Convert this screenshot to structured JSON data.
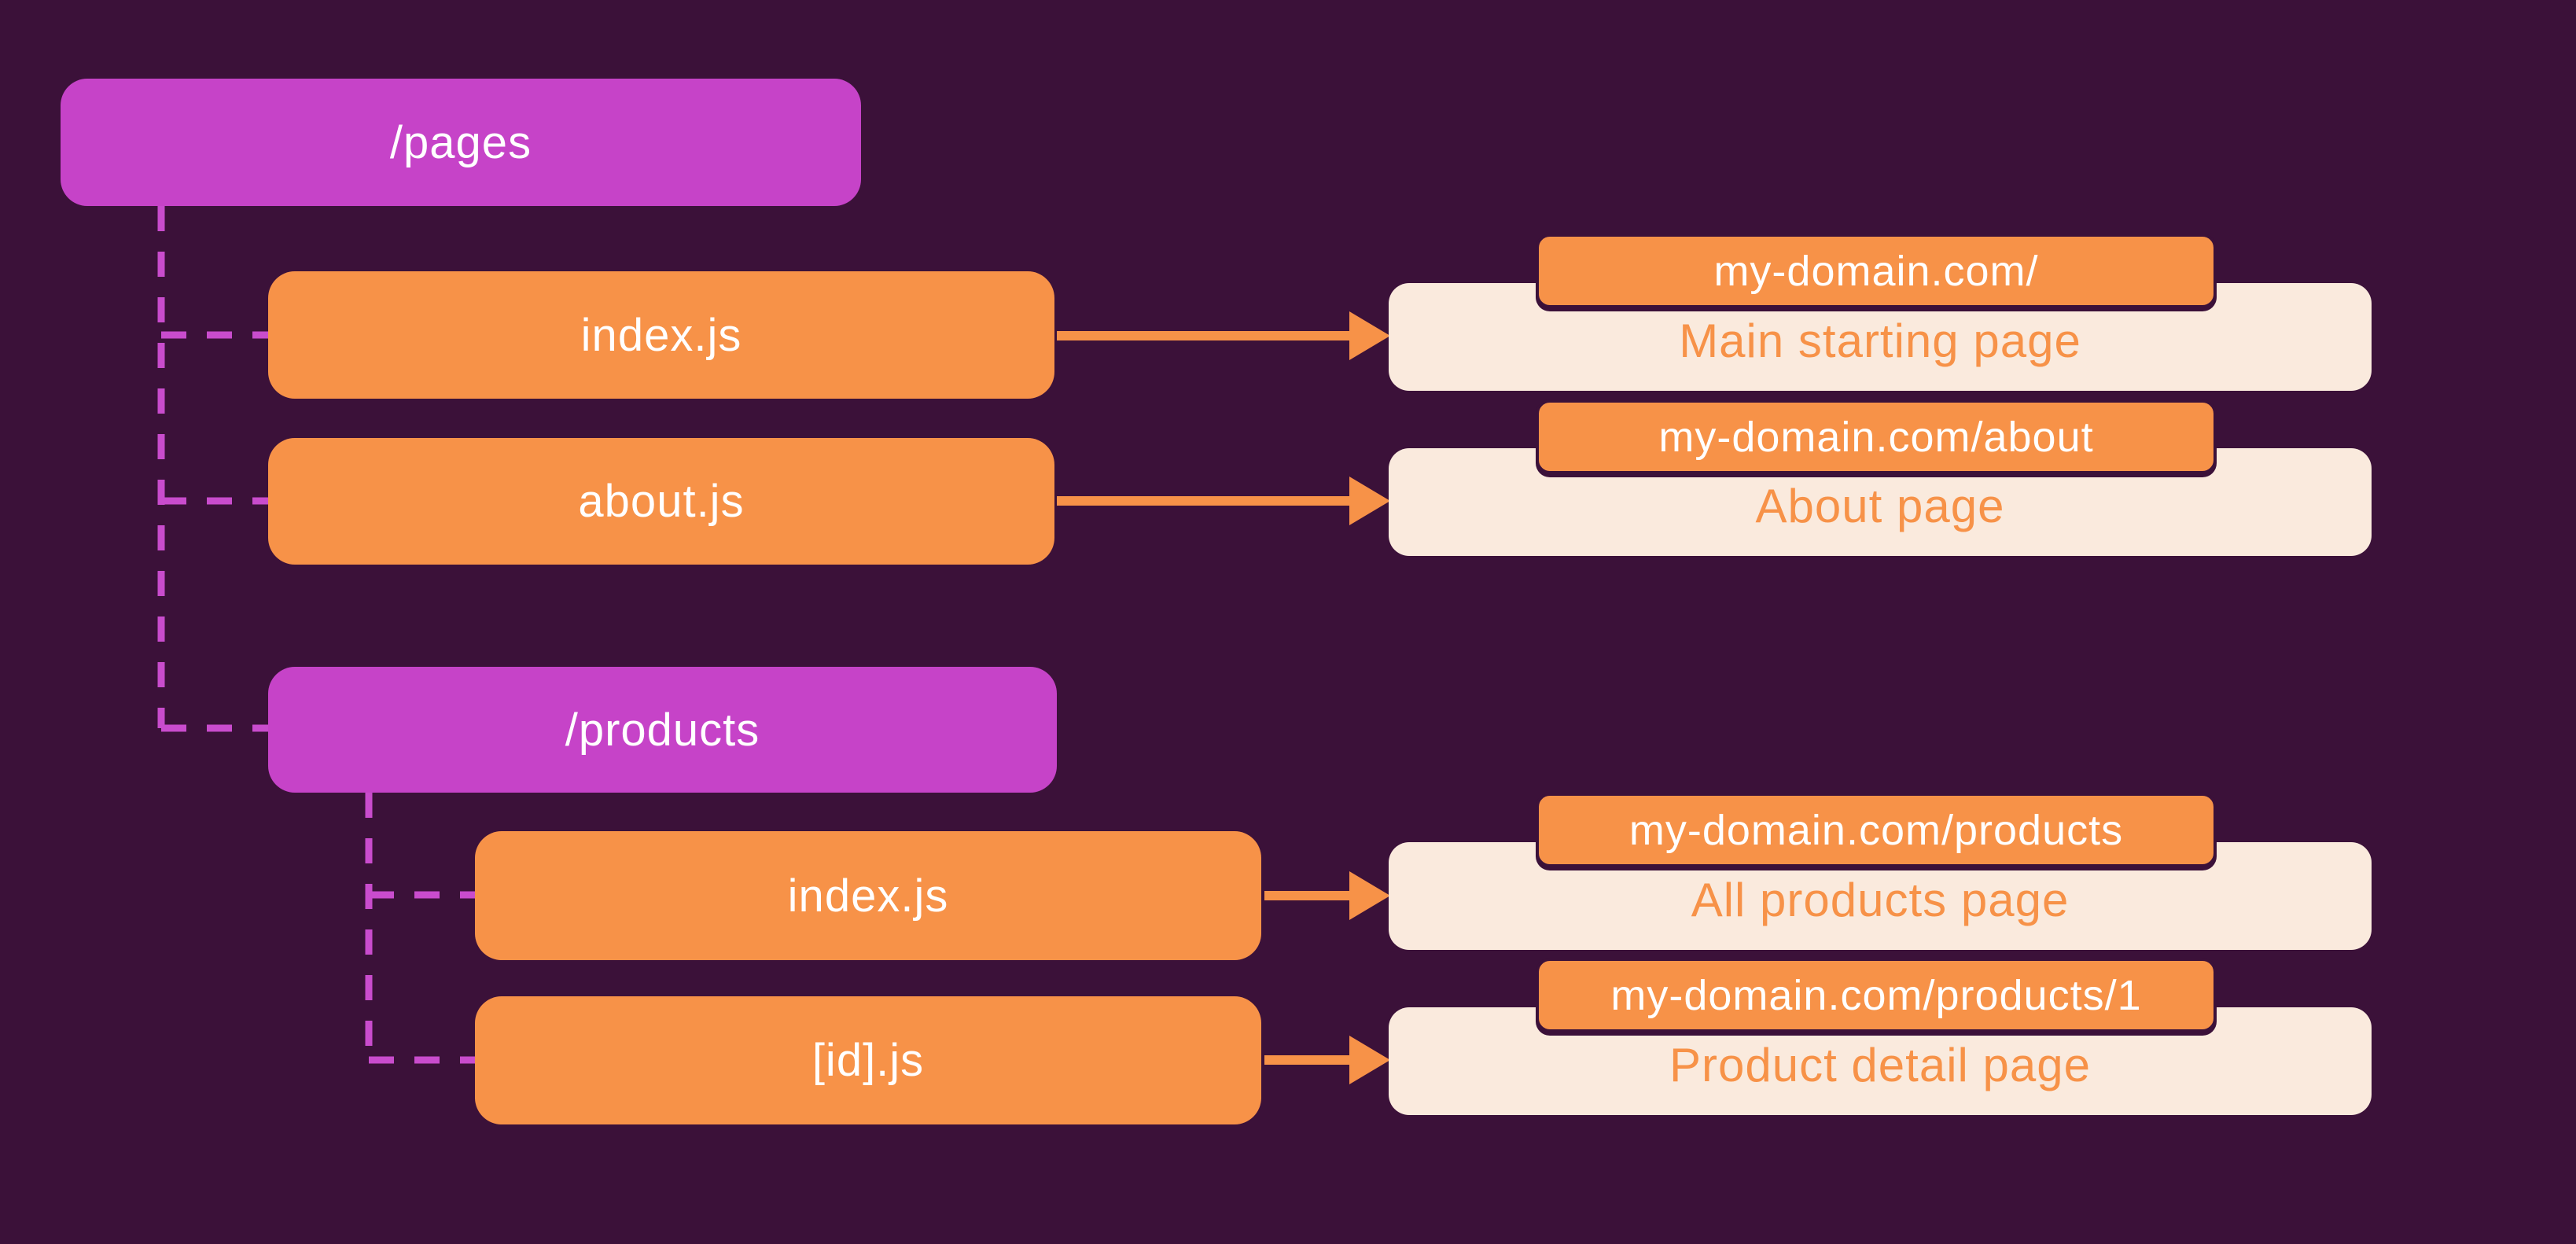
{
  "diagram_title": "pages folder routing diagram",
  "palette": {
    "background": "#3B1139",
    "folder_fill": "#C643C8",
    "file_fill": "#F79248",
    "result_card_fill": "#FAEADD",
    "result_text": "#F79248",
    "node_text": "#FFFFFF",
    "badge_fill": "#F79248",
    "badge_text": "#FFFFFF",
    "badge_border": "#3B1139",
    "dashed_connector": "#C94CCD",
    "arrow": "#F79248"
  },
  "nodes": {
    "pages": {
      "label": "/pages",
      "type": "folder"
    },
    "pages_index": {
      "label": "index.js",
      "type": "file"
    },
    "pages_about": {
      "label": "about.js",
      "type": "file"
    },
    "products": {
      "label": "/products",
      "type": "folder"
    },
    "products_index": {
      "label": "index.js",
      "type": "file"
    },
    "products_id": {
      "label": "[id].js",
      "type": "file"
    }
  },
  "results": [
    {
      "url": "my-domain.com/",
      "description": "Main starting page"
    },
    {
      "url": "my-domain.com/about",
      "description": "About page"
    },
    {
      "url": "my-domain.com/products",
      "description": "All products page"
    },
    {
      "url": "my-domain.com/products/1",
      "description": "Product detail page"
    }
  ]
}
